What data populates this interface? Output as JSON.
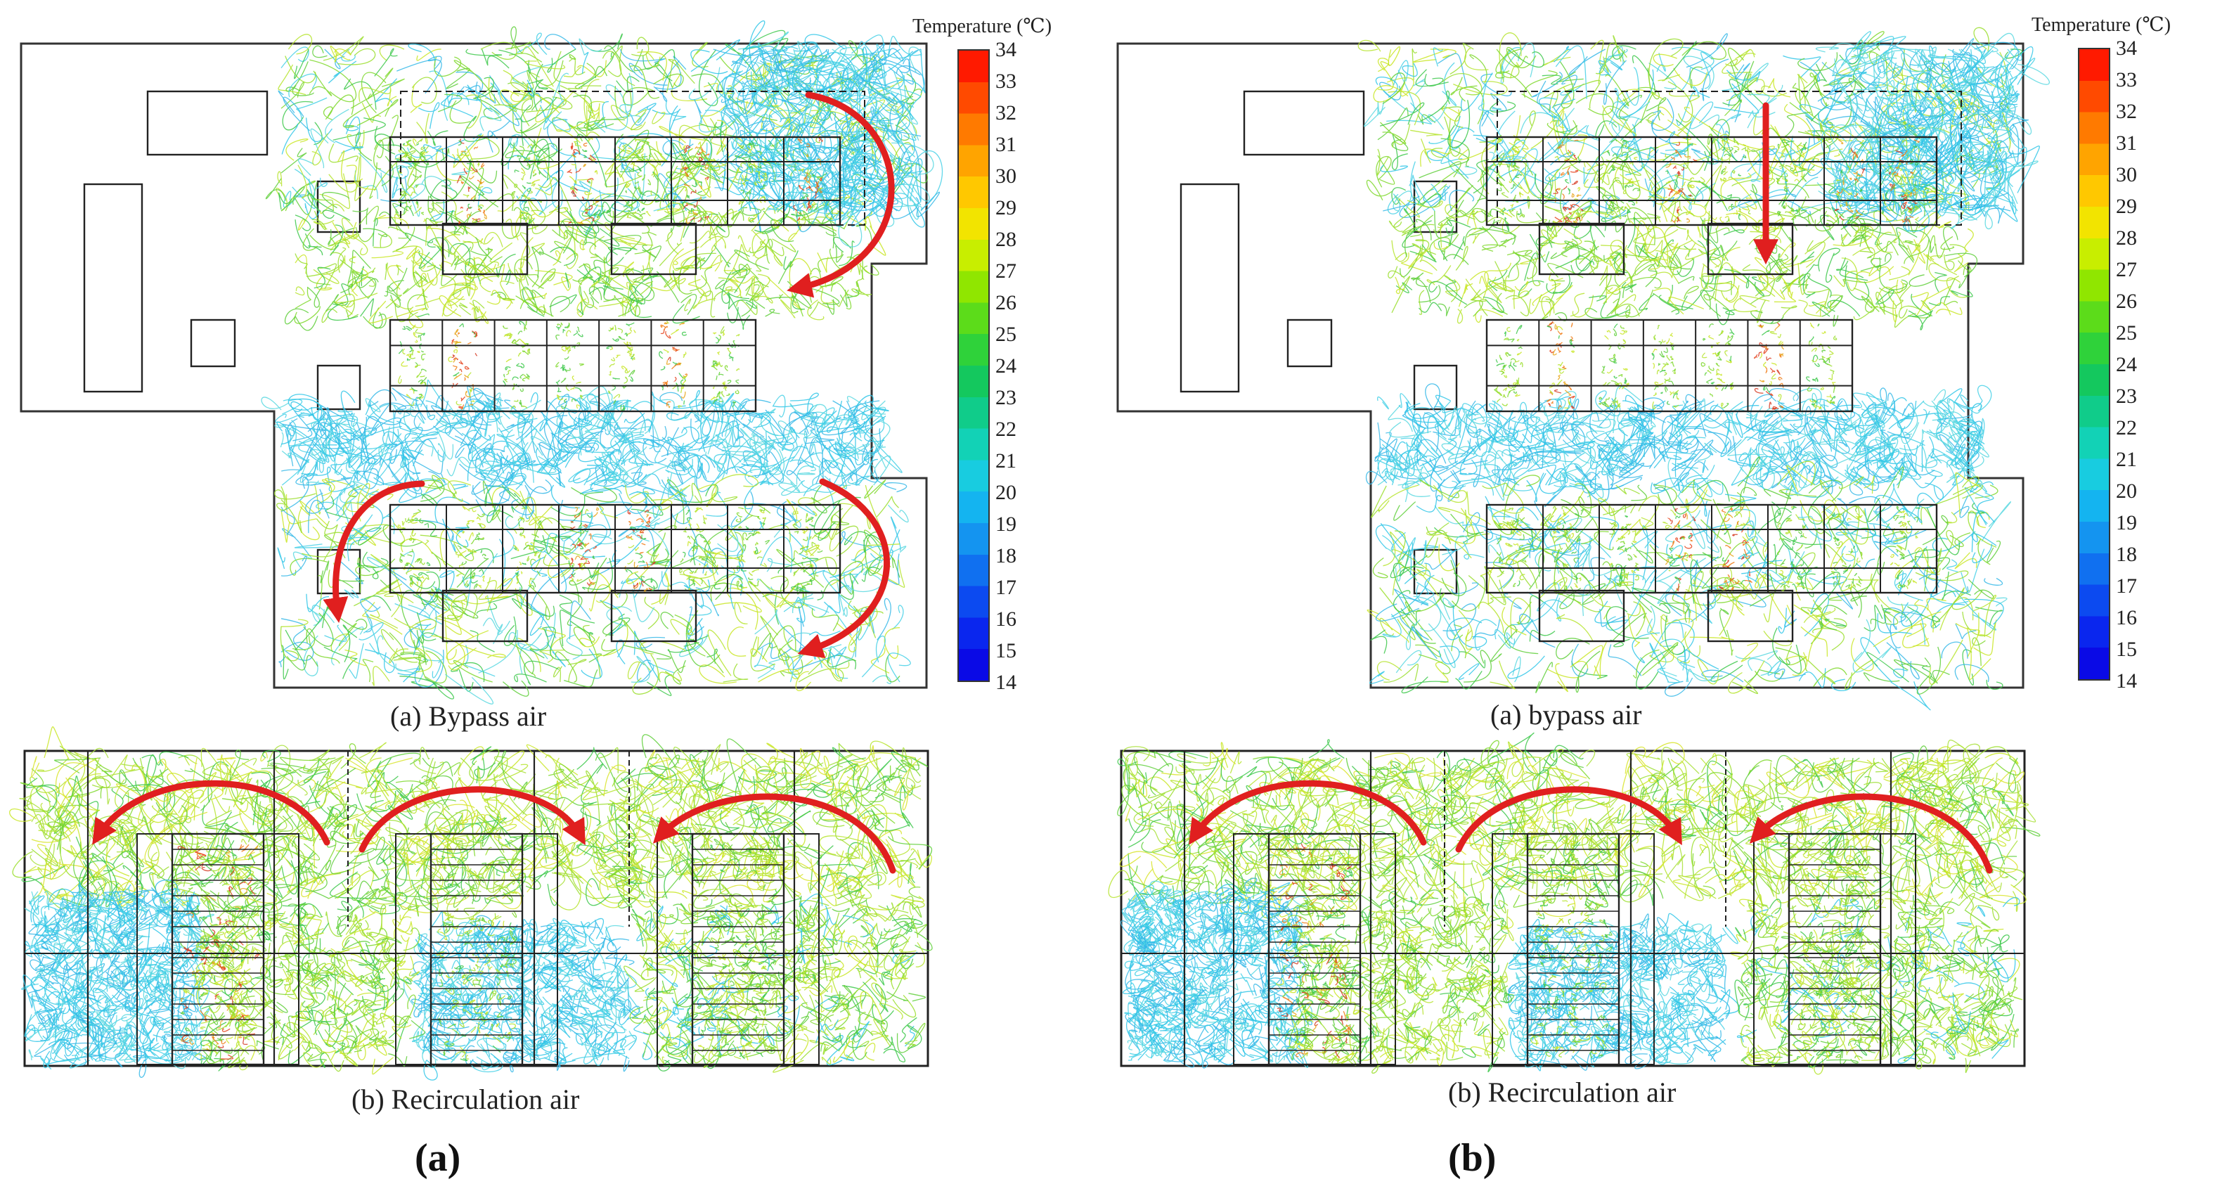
{
  "colorbar": {
    "title": "Temperature (℃)",
    "ticks": [
      "34",
      "33",
      "32",
      "31",
      "30",
      "29",
      "28",
      "27",
      "26",
      "25",
      "24",
      "23",
      "22",
      "21",
      "20",
      "19",
      "18",
      "17",
      "16",
      "15",
      "14"
    ]
  },
  "panels": {
    "a": {
      "letter": "(a)",
      "top_caption": "(a) Bypass air",
      "bottom_caption": "(b) Recirculation air"
    },
    "b": {
      "letter": "(b)",
      "top_caption": "(a) bypass air",
      "bottom_caption": "(b) Recirculation air"
    }
  },
  "colors": {
    "cold": "#33c6e6",
    "warm": "#7bd82a",
    "hot": "#e53b1c",
    "arrow": "#e01f1f"
  },
  "colorbar_gradient": [
    "#ff1a00",
    "#ff4a00",
    "#ff7a00",
    "#ffa400",
    "#ffc800",
    "#f2e400",
    "#c8ee00",
    "#90e600",
    "#5cdc1a",
    "#2fd23a",
    "#14c85e",
    "#10cc8a",
    "#12d2b6",
    "#18cce0",
    "#14b4f0",
    "#1494f0",
    "#1070f0",
    "#0c4af0",
    "#0a26ee",
    "#0a0ae6"
  ]
}
